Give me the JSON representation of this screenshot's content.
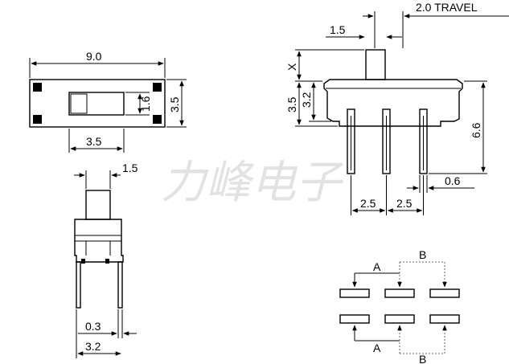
{
  "watermark": "力峰电子",
  "top_view": {
    "length": "9.0",
    "width": "3.5",
    "slot": "1.6",
    "lever_travel": "3.5"
  },
  "front_view": {
    "travel": "2.0 TRAVEL",
    "lever_width": "1.5",
    "lever_height": "X",
    "body_height": "3.5",
    "shoulder_height": "3.2",
    "pin_length": "6.6",
    "pin_width": "0.6",
    "pitch_left": "2.5",
    "pitch_right": "2.5"
  },
  "side_view": {
    "lever_width": "1.5",
    "pin_thickness": "0.3",
    "pin_span": "3.2"
  },
  "pinout": {
    "label_top": "A",
    "label_top_right": "B",
    "label_bottom": "A",
    "label_bottom_right": "B"
  }
}
